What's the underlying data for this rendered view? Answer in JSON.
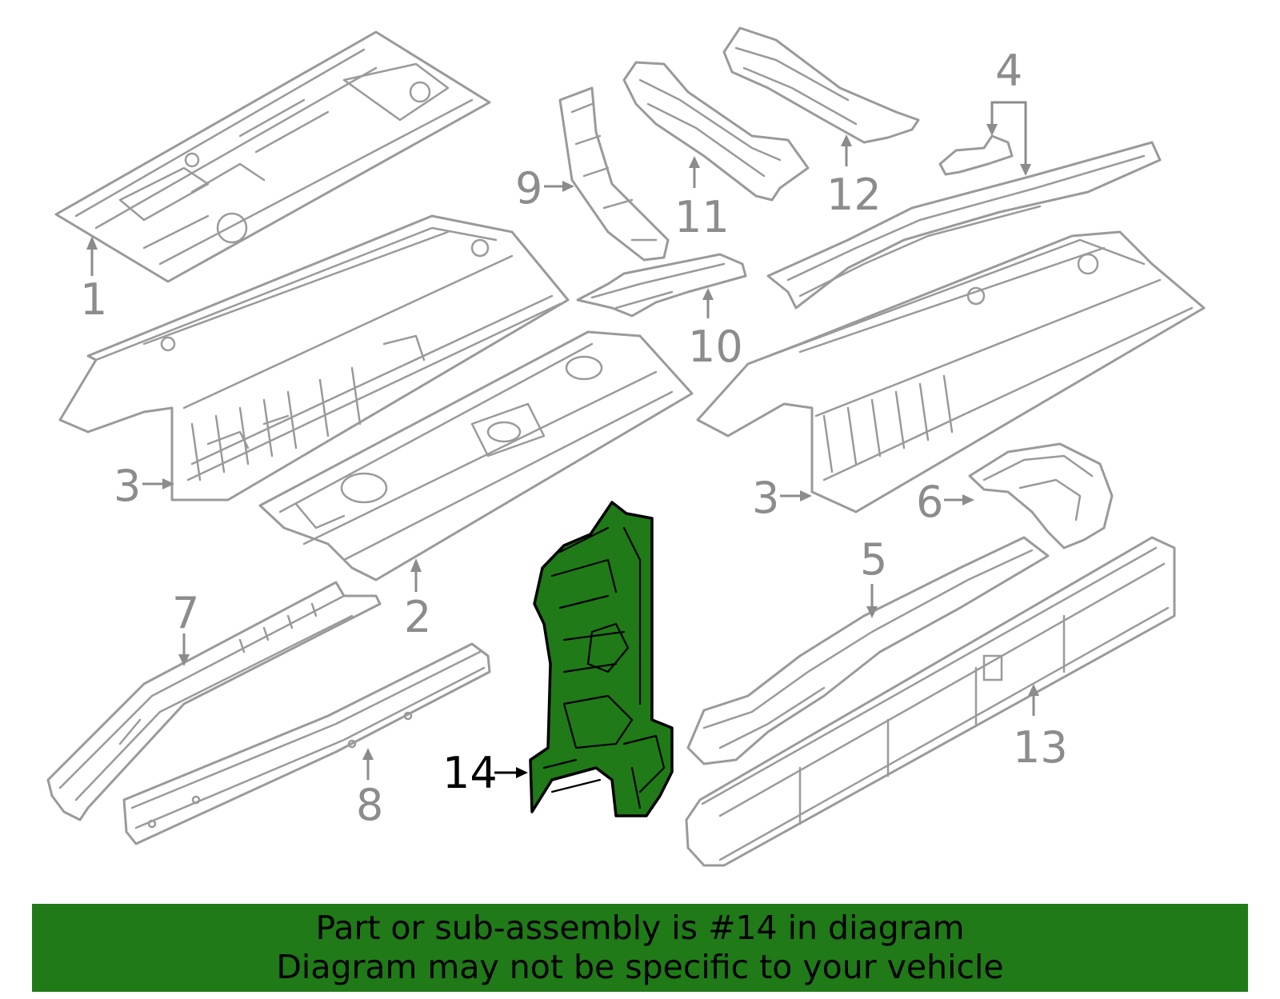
{
  "diagram": {
    "callouts": [
      {
        "id": "1",
        "label": "1"
      },
      {
        "id": "2",
        "label": "2"
      },
      {
        "id": "3a",
        "label": "3"
      },
      {
        "id": "3b",
        "label": "3"
      },
      {
        "id": "4",
        "label": "4"
      },
      {
        "id": "5",
        "label": "5"
      },
      {
        "id": "6",
        "label": "6"
      },
      {
        "id": "7",
        "label": "7"
      },
      {
        "id": "8",
        "label": "8"
      },
      {
        "id": "9",
        "label": "9"
      },
      {
        "id": "10",
        "label": "10"
      },
      {
        "id": "11",
        "label": "11"
      },
      {
        "id": "12",
        "label": "12"
      },
      {
        "id": "13",
        "label": "13"
      },
      {
        "id": "14",
        "label": "14"
      }
    ],
    "highlighted_part": "14",
    "colors": {
      "part_outline": "#9a9a9a",
      "callout": "#8c8c8c",
      "highlight_fill": "#1f7a17",
      "highlight_outline": "#000000",
      "banner_background": "#1f7a17"
    }
  },
  "banner": {
    "line1": "Part or sub-assembly is #14 in diagram",
    "line2": "Diagram may not be specific to your vehicle"
  }
}
